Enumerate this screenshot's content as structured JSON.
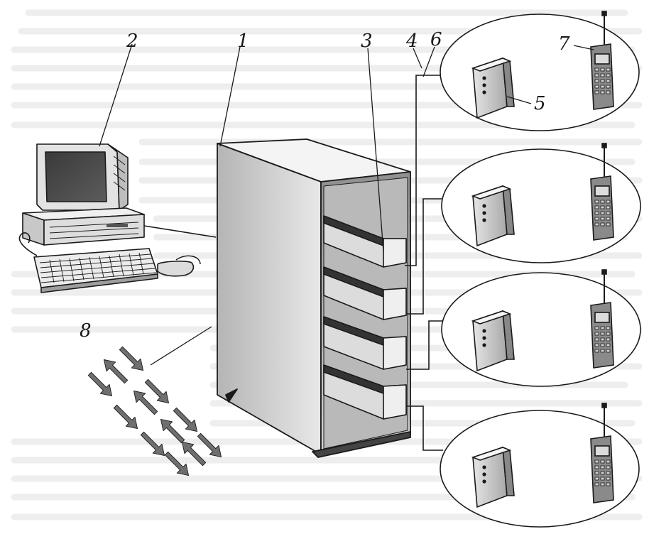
{
  "labels": {
    "one": "1",
    "two": "2",
    "three": "3",
    "four": "4",
    "five": "5",
    "six": "6",
    "seven": "7",
    "eight": "8"
  },
  "colors": {
    "background": "#ffffff",
    "ink": "#1a1a1a",
    "text_ghost": "#e3e3e3",
    "shade_dark": "#555555",
    "shade_mid": "#9a9a9a",
    "shade_light": "#d6d6d6",
    "arrow_fill": "#6f6f6f"
  }
}
